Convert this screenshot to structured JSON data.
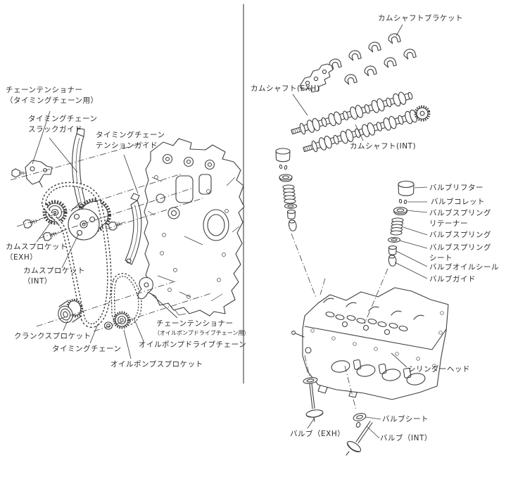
{
  "colors": {
    "background": "#ffffff",
    "line": "#3f3f3f",
    "text": "#2b2b2b"
  },
  "left": {
    "chain_tensioner_timing": "チェーンテンショナー\n（タイミングチェーン用）",
    "slack_guide": "タイミングチェーン\nスラックガイド",
    "tension_guide": "タイミングチェーン\nテンションガイド",
    "cam_sprocket_exh": "カムスプロケット\n（EXH）",
    "cam_sprocket_int": "カムスプロケット\n（INT）",
    "crank_sprocket": "クランクスプロケット",
    "timing_chain": "タイミングチェーン",
    "oil_pump_drive_chain": "オイルポンプドライブチェーン",
    "oil_pump_sprocket": "オイルポンプスプロケット",
    "chain_tensioner_oil_line1": "チェーンテンショナー",
    "chain_tensioner_oil_line2": "（オイルポンプドライブチェーン用）"
  },
  "right": {
    "camshaft_bracket": "カムシャフトブラケット",
    "camshaft_exh": "カムシャフト(EXH)",
    "camshaft_int": "カムシャフト(INT)",
    "valve_lifter": "バルブリフター",
    "valve_collet": "バルブコレット",
    "valve_spring_retainer": "バルブスプリング\nリテーナー",
    "valve_spring": "バルブスプリング",
    "valve_spring_seat": "バルブスプリング\nシート",
    "valve_oil_seal": "バルブオイルシール",
    "valve_guide": "バルブガイド",
    "cylinder_head": "シリンダーヘッド",
    "valve_seat": "バルブシート",
    "valve_exh": "バルブ（EXH）",
    "valve_int": "バルブ（INT）"
  }
}
